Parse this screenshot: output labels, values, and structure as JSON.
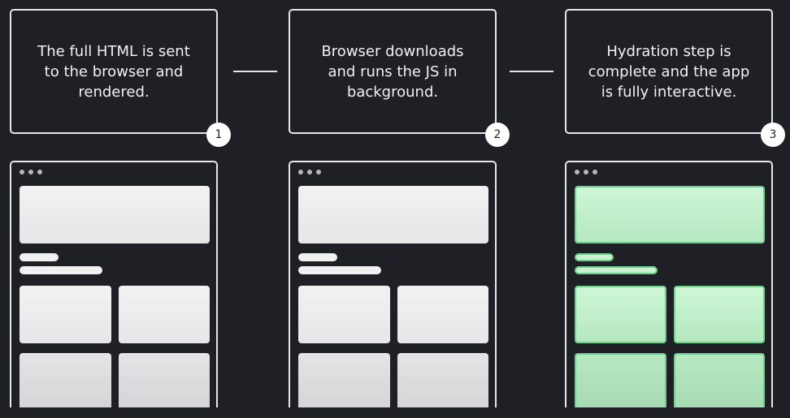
{
  "steps": [
    {
      "caption": "The full HTML is sent to the browser and rendered.",
      "badge": "1",
      "state": "static"
    },
    {
      "caption": "Browser downloads and runs the JS in background.",
      "badge": "2",
      "state": "static"
    },
    {
      "caption": "Hydration step is complete and the app is fully interactive.",
      "badge": "3",
      "state": "interactive"
    }
  ],
  "colors": {
    "background": "#1f2026",
    "outline": "#e7e7ea",
    "static_block": "#f2f2f3",
    "interactive_block": "#cdf6d6",
    "interactive_border": "#6fd08a"
  }
}
